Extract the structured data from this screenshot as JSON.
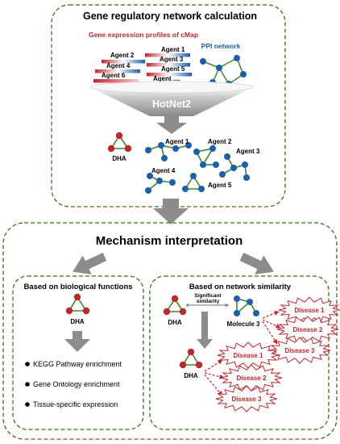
{
  "top_panel": {
    "title": "Gene regulatory network calculation",
    "cmap_label": "Gene expression profiles of cMap",
    "ppi_label": "PPI network",
    "agents": [
      "Agent 1",
      "Agent 2",
      "Agent 3",
      "Agent 4",
      "Agent 5",
      "Agent 6",
      "Agent ...."
    ],
    "method": "HotNet2",
    "output_labels": [
      "DHA",
      "Agent 1",
      "Agent 2",
      "Agent 3",
      "Agent 4",
      "Agent 5"
    ]
  },
  "mechanism": {
    "title": "Mechanism interpretation"
  },
  "bio_panel": {
    "title": "Based on biological functions",
    "dha_label": "DHA",
    "bullets": [
      "KEGG Pathway enrichment",
      "Gene Ontology enrichment",
      "Tissue-specific expression"
    ]
  },
  "net_panel": {
    "title": "Based on network similarity",
    "dha_label": "DHA",
    "similarity_label": [
      "Significant",
      "similarity"
    ],
    "molecule_label": "Molecule 3",
    "diseases_top": [
      "Disease 1",
      "Disease 2",
      "Disease 3"
    ],
    "diseases_bottom": [
      "Disease 1",
      "Disease 2",
      "Disease 3"
    ]
  },
  "colors": {
    "border": "#3f6e1a",
    "red_node": "#c0272d",
    "blue_node": "#1d5fa8",
    "edge": "#3a8a2a",
    "disease": "#c0272d",
    "arrow": "#8c8c8c",
    "cmap_text": "#c0272d",
    "ppi_text": "#1d5fa8"
  }
}
